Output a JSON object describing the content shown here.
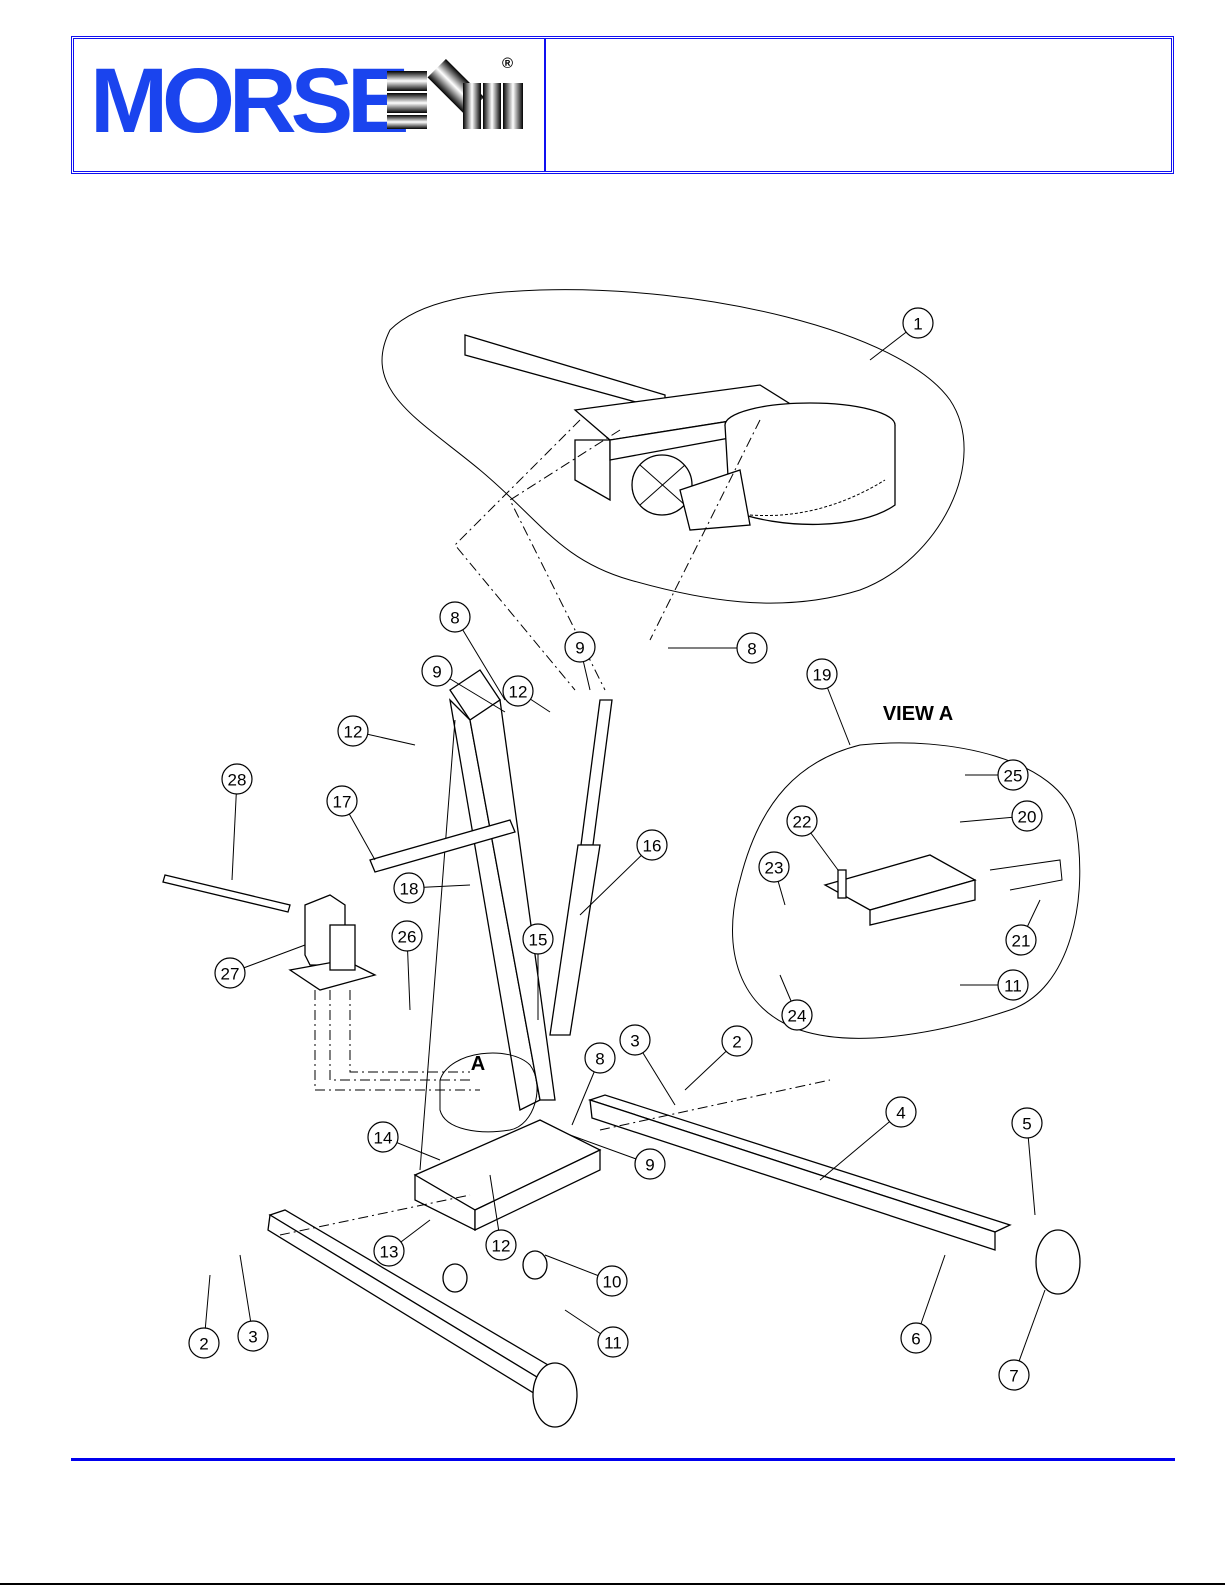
{
  "header": {
    "logo_text": "MORSE",
    "registered_mark": "®"
  },
  "diagram": {
    "view_a_label": "VIEW A",
    "detail_a_label": "A",
    "callouts": [
      "1",
      "8",
      "9",
      "8",
      "9",
      "12",
      "12",
      "19",
      "25",
      "28",
      "17",
      "20",
      "22",
      "16",
      "23",
      "18",
      "26",
      "15",
      "21",
      "27",
      "11",
      "24",
      "3",
      "2",
      "8",
      "4",
      "5",
      "14",
      "9",
      "13",
      "12",
      "10",
      "2",
      "3",
      "11",
      "6",
      "7"
    ]
  },
  "colors": {
    "brand_blue": "#1a44ee",
    "rule_blue": "#0000ee"
  }
}
